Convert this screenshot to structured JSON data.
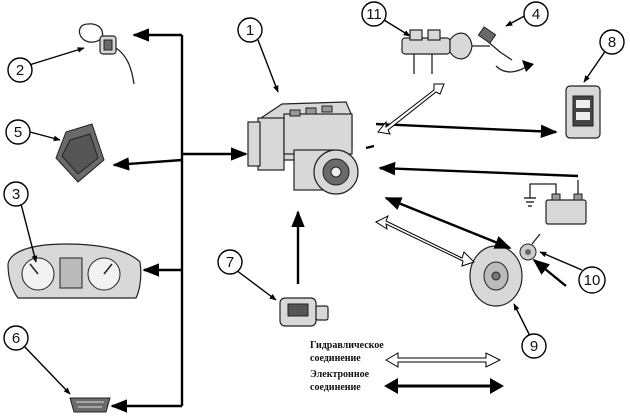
{
  "callouts": [
    "1",
    "2",
    "3",
    "4",
    "5",
    "6",
    "7",
    "8",
    "9",
    "10",
    "11"
  ],
  "legend": {
    "hydraulic_l1": "Гидравлическое",
    "hydraulic_l2": "соединение",
    "electronic_l1": "Электронное",
    "electronic_l2": "соединение"
  },
  "colors": {
    "ink": "#000000",
    "part_fill": "#d8d8d8",
    "background": "#ffffff"
  }
}
